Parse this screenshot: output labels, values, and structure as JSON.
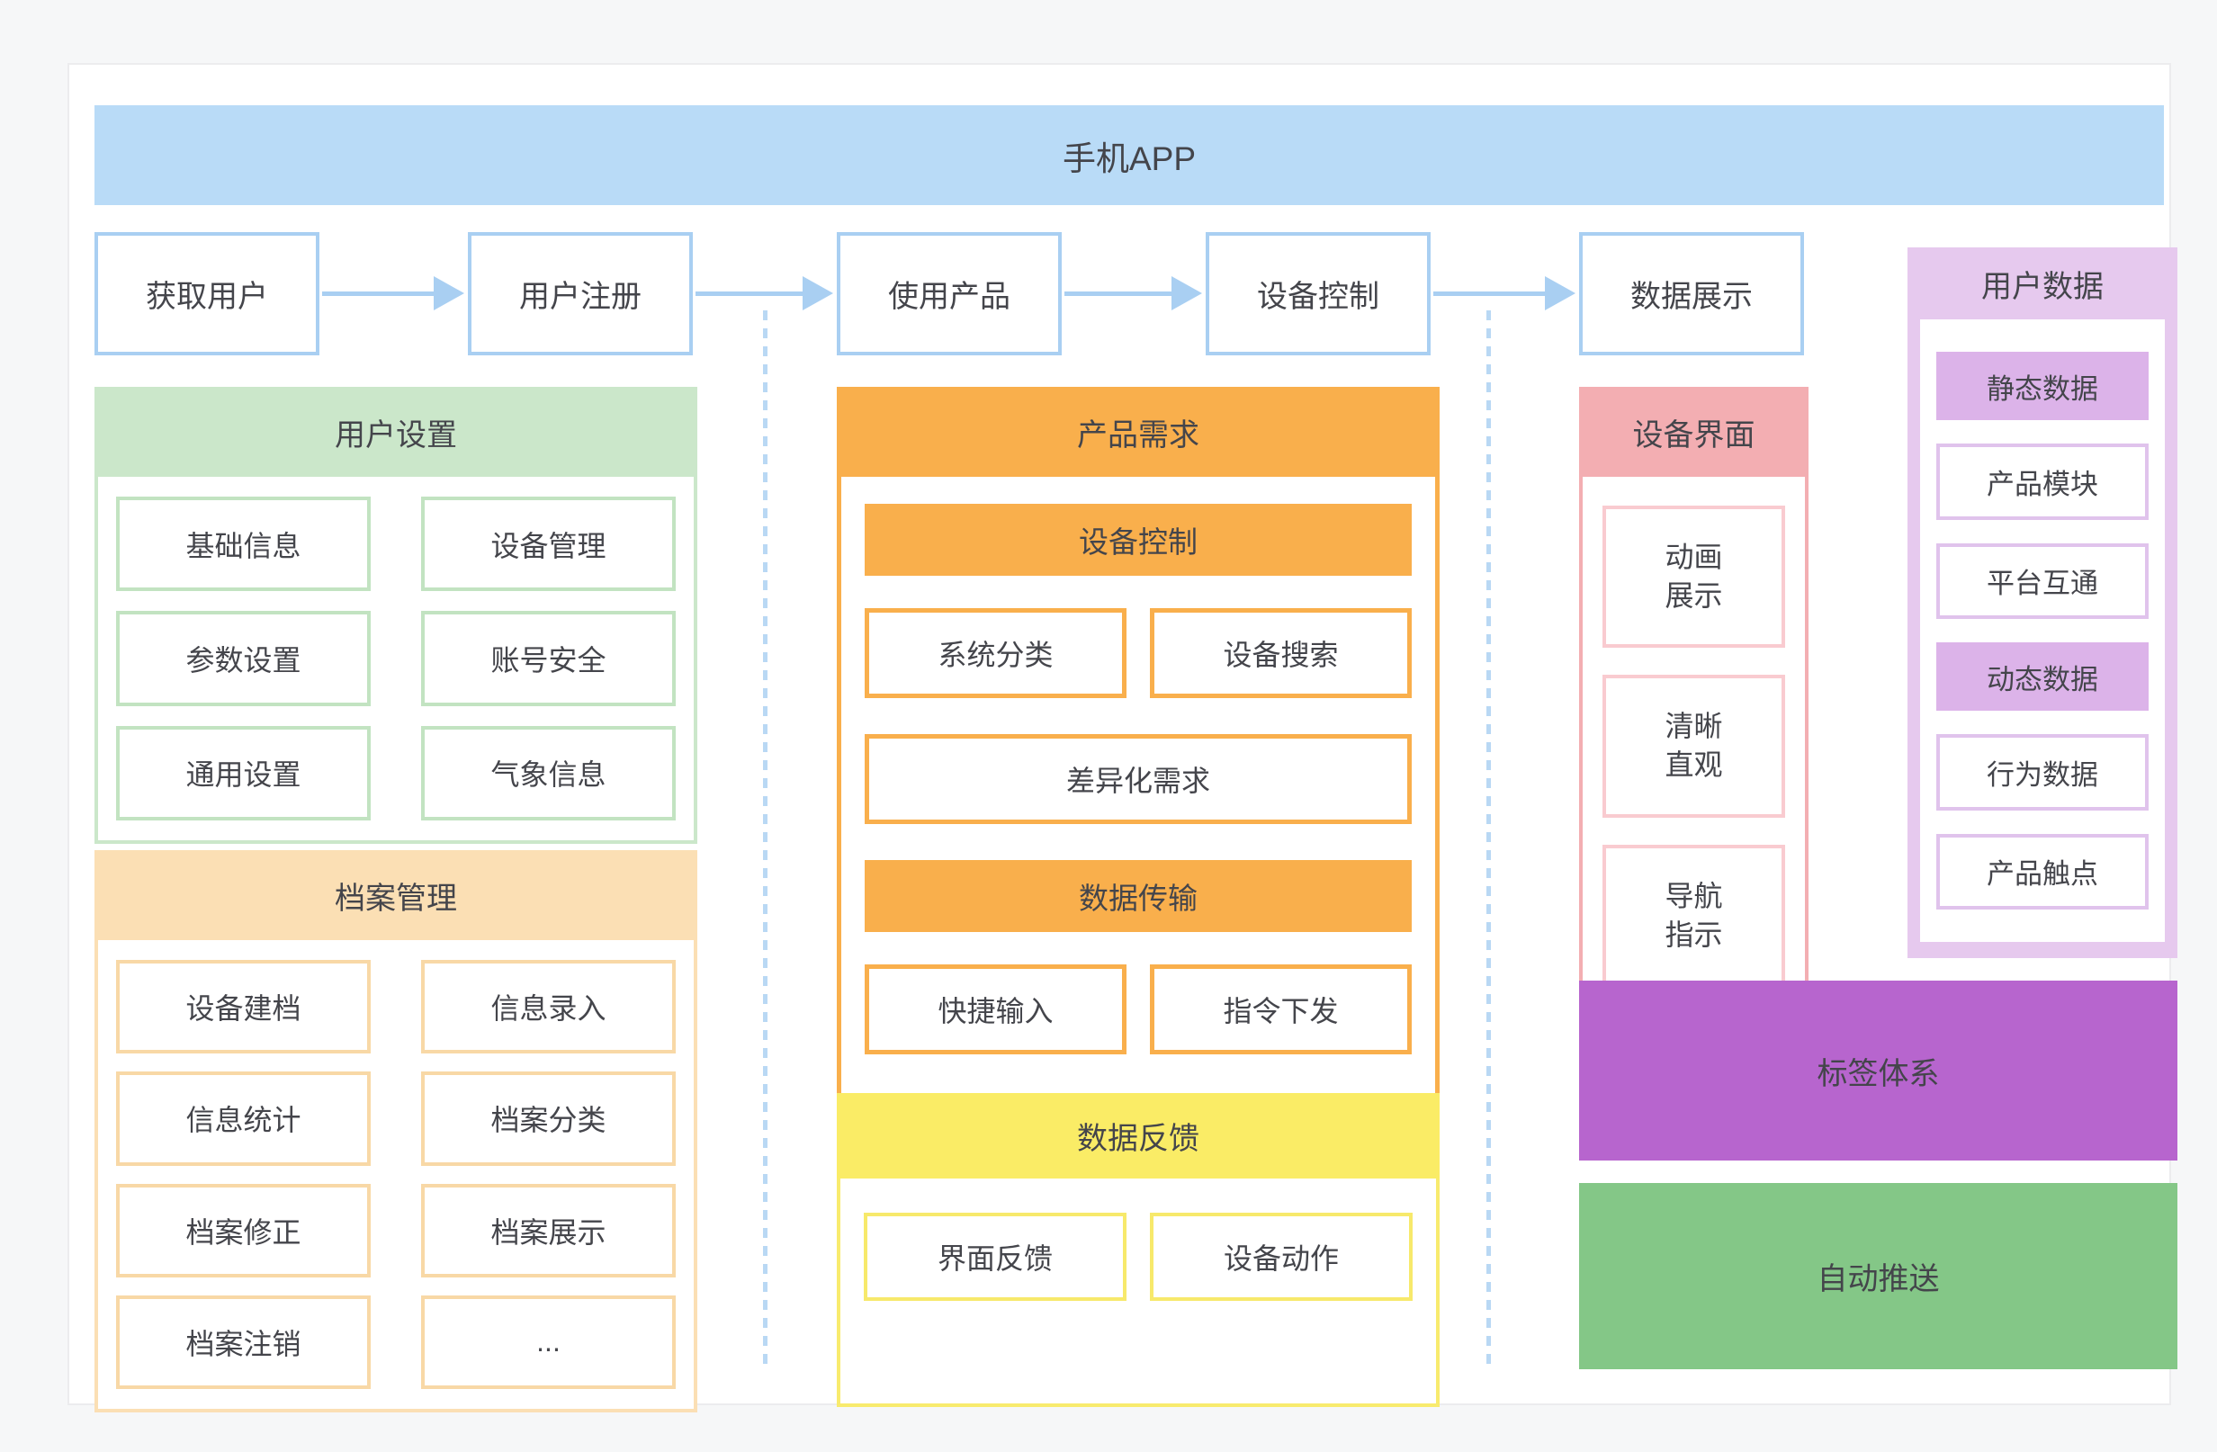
{
  "banner": {
    "title": "手机APP"
  },
  "flow": {
    "steps": [
      "获取用户",
      "用户注册",
      "使用产品",
      "设备控制",
      "数据展示"
    ]
  },
  "user_settings": {
    "title": "用户设置",
    "items": [
      "基础信息",
      "设备管理",
      "参数设置",
      "账号安全",
      "通用设置",
      "气象信息"
    ]
  },
  "archive": {
    "title": "档案管理",
    "items": [
      "设备建档",
      "信息录入",
      "信息统计",
      "档案分类",
      "档案修正",
      "档案展示",
      "档案注销",
      "..."
    ]
  },
  "product_req": {
    "title": "产品需求",
    "sub1": "设备控制",
    "sub1_items": [
      "系统分类",
      "设备搜索"
    ],
    "wide": "差异化需求",
    "sub2": "数据传输",
    "sub2_items": [
      "快捷输入",
      "指令下发"
    ]
  },
  "feedback": {
    "title": "数据反馈",
    "items": [
      "界面反馈",
      "设备动作"
    ]
  },
  "device_ui": {
    "title": "设备界面",
    "items": [
      "动画\n展示",
      "清晰\n直观",
      "导航\n指示"
    ]
  },
  "user_data": {
    "title": "用户数据",
    "items": [
      "静态数据",
      "产品模块",
      "平台互通",
      "动态数据",
      "行为数据",
      "产品触点"
    ]
  },
  "tag_system": {
    "label": "标签体系"
  },
  "auto_push": {
    "label": "自动推送"
  },
  "colors": {
    "banner_blue": "#b9dbf7",
    "flow_border_blue": "#a9cff2",
    "dotted_line_blue": "#b9d8f4",
    "green_header": "#cbe7ca",
    "green_item_border": "#c2e3c1",
    "peach_header": "#fbdfb4",
    "peach_item_border": "#f8d8a6",
    "orange": "#f9af4c",
    "yellow_header": "#faec66",
    "yellow_item_border": "#f7e96b",
    "pink_header": "#f3aeb2",
    "pink_item_border": "#f9cbd0",
    "purple_section_bg": "#e6c9ee",
    "purple_item_fill": "#dcb3e9",
    "purple_item_border": "#e0c3ec",
    "tag_purple": "#b765ce",
    "push_green": "#84c787",
    "text": "#44454b"
  }
}
